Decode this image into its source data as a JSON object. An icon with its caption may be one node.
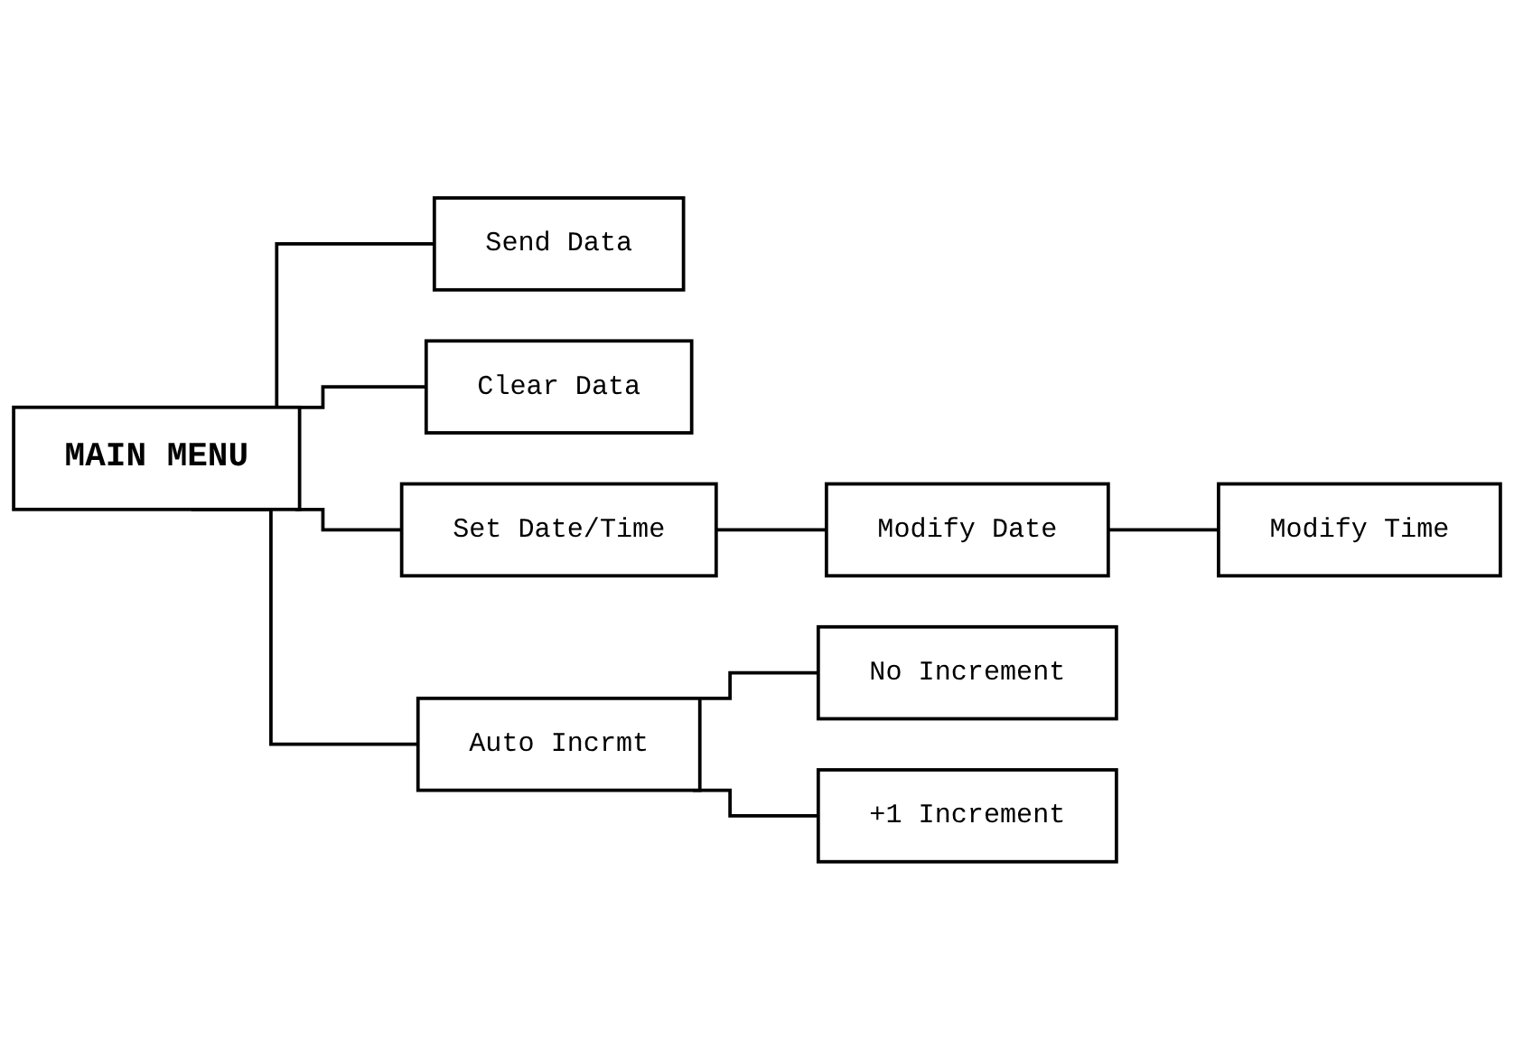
{
  "diagram": {
    "nodes": [
      {
        "text": [
          "MAIN MENU"
        ]
      },
      {
        "text": [
          "Send Data"
        ]
      },
      {
        "text": [
          "Clear Data"
        ]
      },
      {
        "text": [
          "Set Date/Time"
        ]
      },
      {
        "text": [
          "Modify Date"
        ]
      },
      {
        "text": [
          "Modify Time"
        ]
      },
      {
        "text": [
          "Auto Incrmt"
        ]
      },
      {
        "text": [
          "No Increment"
        ]
      },
      {
        "text": [
          "+1 Increment"
        ]
      }
    ],
    "edges": [
      {
        "from": 0,
        "to": 1,
        "arrow": "none"
      },
      {
        "from": 0,
        "to": 2,
        "arrow": "none"
      },
      {
        "from": 0,
        "to": 3,
        "arrow": "none"
      },
      {
        "from": 0,
        "to": 6,
        "arrow": "none"
      },
      {
        "from": 3,
        "to": 4,
        "arrow": "none"
      },
      {
        "from": 4,
        "to": 5,
        "arrow": "none"
      },
      {
        "from": 6,
        "to": 7,
        "arrow": "none"
      },
      {
        "from": 6,
        "to": 8,
        "arrow": "none"
      }
    ]
  }
}
